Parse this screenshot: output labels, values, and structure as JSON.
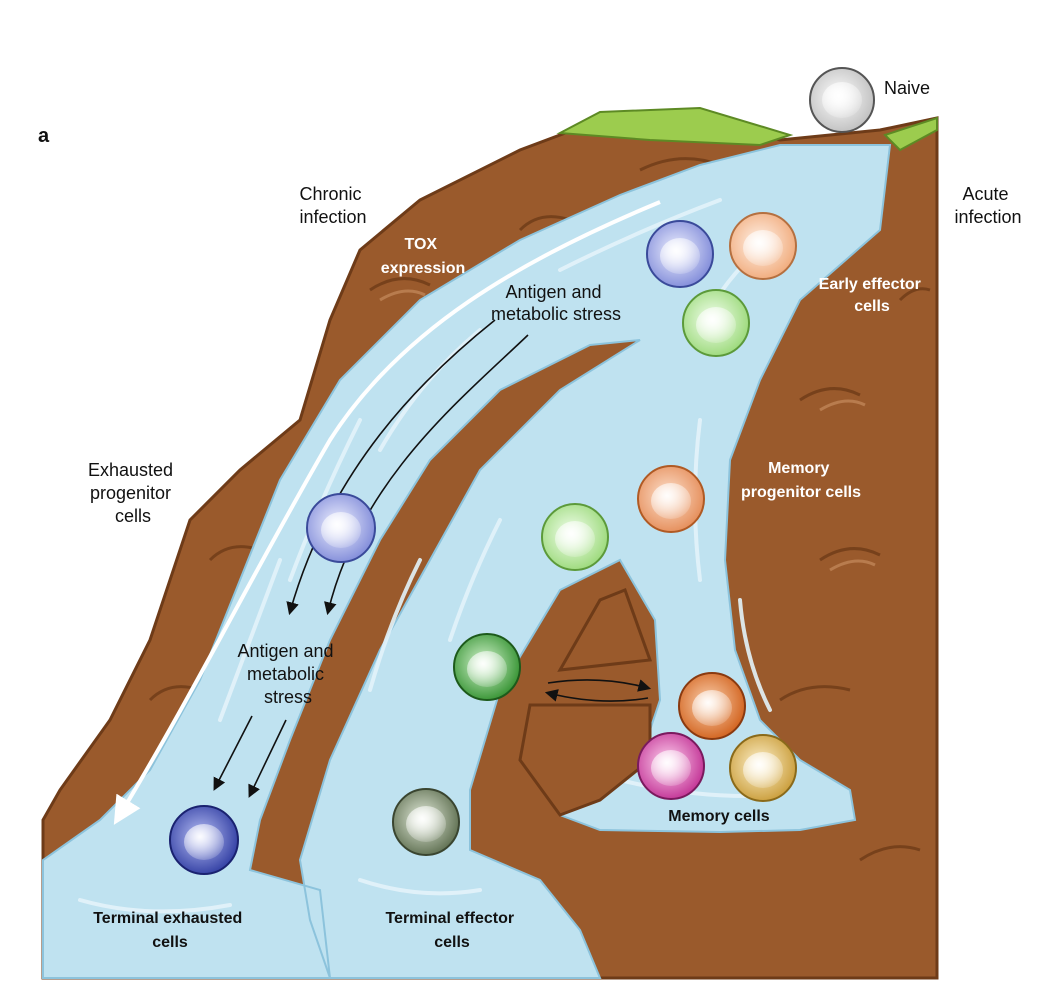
{
  "panel_letter": "a",
  "labels": {
    "chronic": [
      "Chronic",
      "infection"
    ],
    "acute": [
      "Acute",
      "infection"
    ],
    "naive": "Naive",
    "tox": [
      "TOX",
      "expression"
    ],
    "antigen_top": [
      "Antigen and",
      "metabolic stress"
    ],
    "antigen_mid": [
      "Antigen and",
      "metabolic",
      "stress"
    ],
    "exhausted_progenitor": [
      "Exhausted",
      "progenitor",
      "cells"
    ],
    "early_effector": [
      "Early effector",
      "cells"
    ],
    "memory_progenitor": [
      "Memory",
      "progenitor cells"
    ],
    "terminal_exhausted": [
      "Terminal exhausted",
      "cells"
    ],
    "terminal_effector": [
      "Terminal effector",
      "cells"
    ],
    "memory_cells": "Memory cells"
  },
  "colors": {
    "rock": "#9a5a2c",
    "rock_dark": "#6e3b18",
    "water": "#bfe2f0",
    "water_light": "#e3f3fa",
    "grass": "#9ccc4e",
    "naive_cell": "#d9d9d9",
    "blue_cell": "#9fa9e6",
    "dark_blue_cell": "#4a56b8",
    "peach_cell": "#f7c6a4",
    "light_green_cell": "#c4ecaa",
    "orange_cell": "#f0a070",
    "green_cell": "#4cb04a",
    "dark_orange_cell": "#e8782e",
    "magenta_cell": "#e04fb0",
    "gold_cell": "#e4bc5e",
    "olive_cell": "#7e8e72"
  }
}
